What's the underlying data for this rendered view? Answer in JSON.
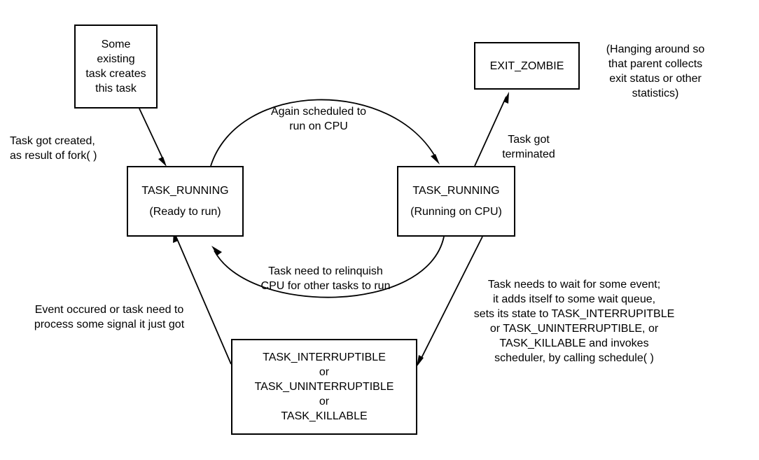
{
  "nodes": {
    "creator": [
      "Some",
      "existing",
      "task creates",
      "this task"
    ],
    "ready": [
      "TASK_RUNNING",
      "(Ready to run)"
    ],
    "running": [
      "TASK_RUNNING",
      "(Running on CPU)"
    ],
    "zombie": [
      "EXIT_ZOMBIE"
    ],
    "waiting": [
      "TASK_INTERRUPTIBLE",
      "or",
      "TASK_UNINTERRUPTIBLE",
      "or",
      "TASK_KILLABLE"
    ]
  },
  "labels": {
    "fork": [
      "Task got created,",
      "as result of fork( )"
    ],
    "scheduled": [
      "Again scheduled to",
      "run on CPU"
    ],
    "terminated": [
      "Task got",
      "terminated"
    ],
    "zombie_note": [
      "(Hanging around so",
      "that parent collects",
      "exit status or other",
      "statistics)"
    ],
    "relinquish": [
      "Task need to relinquish",
      "CPU for other tasks to run"
    ],
    "event": [
      "Event occured or task need to",
      "process some signal it just got"
    ],
    "wait": [
      "Task needs to wait for some event;",
      "it adds itself to some wait queue,",
      "sets its state to TASK_INTERRUPITBLE",
      "or TASK_UNINTERRUPTIBLE, or",
      "TASK_KILLABLE and invokes",
      "scheduler, by calling schedule( )"
    ]
  }
}
